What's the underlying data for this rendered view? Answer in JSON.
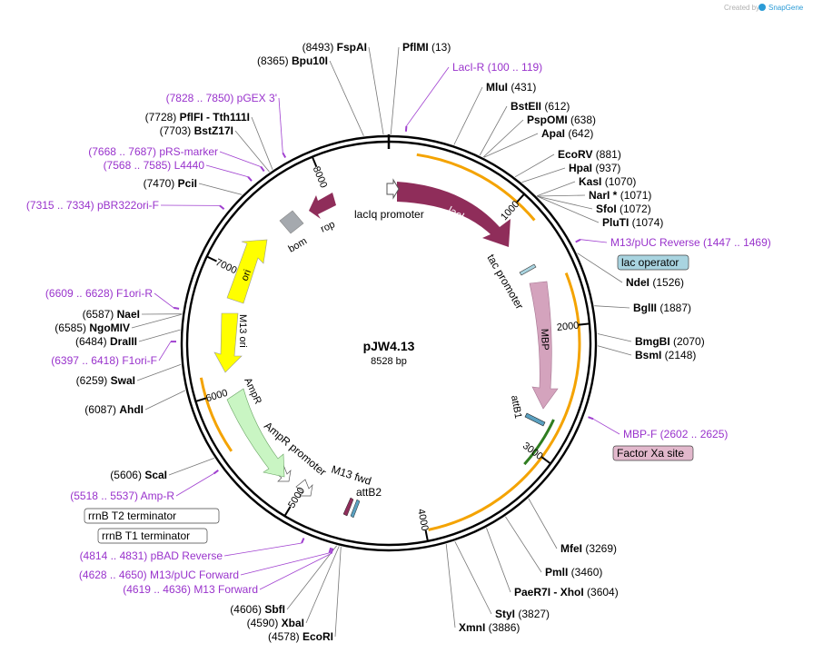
{
  "brand": {
    "created_by": "Created by",
    "name": "SnapGene"
  },
  "plasmid": {
    "name": "pJW4.13",
    "size": "8528 bp"
  },
  "colors": {
    "enzyme_text": "#000000",
    "primer_text": "#9933cc",
    "primer_mark": "#a040d0",
    "backbone": "#000000",
    "lacI": "#8f2d5a",
    "MBP": "#d4a3bd",
    "AmpR": "#c9f5c3",
    "ori": "#ffff00",
    "M13_ori": "#ffff00",
    "rop": "#8f2d5a",
    "bom": "#a5a9ae",
    "orange_arrow": "#f4a300",
    "attB_green": "#2f7d20",
    "lac_operator_bg": "#a9d4e0",
    "factor_xa_bg": "#e2b8cc",
    "terminator_bg": "#ffffff"
  },
  "ticks": [
    "1000",
    "2000",
    "3000",
    "4000",
    "5000",
    "6000",
    "7000",
    "8000"
  ],
  "enzymes": [
    {
      "name": "FspAI",
      "pos": "(8493)"
    },
    {
      "name": "PflMI",
      "pos": "(13)"
    },
    {
      "name": "Bpu10I",
      "pos": "(8365)"
    },
    {
      "name": "MluI",
      "pos": "(431)"
    },
    {
      "name": "BstEII",
      "pos": "(612)"
    },
    {
      "name": "PspOMI",
      "pos": "(638)"
    },
    {
      "name": "ApaI",
      "pos": "(642)"
    },
    {
      "name": "EcoRV",
      "pos": "(881)"
    },
    {
      "name": "HpaI",
      "pos": "(937)"
    },
    {
      "name": "KasI",
      "pos": "(1070)"
    },
    {
      "name": "NarI *",
      "pos": "(1071)"
    },
    {
      "name": "SfoI",
      "pos": "(1072)"
    },
    {
      "name": "PluTI",
      "pos": "(1074)"
    },
    {
      "name": "NdeI",
      "pos": "(1526)"
    },
    {
      "name": "BglII",
      "pos": "(1887)"
    },
    {
      "name": "BmgBI",
      "pos": "(2070)"
    },
    {
      "name": "BsmI",
      "pos": "(2148)"
    },
    {
      "name": "MfeI",
      "pos": "(3269)"
    },
    {
      "name": "PmlI",
      "pos": "(3460)"
    },
    {
      "name": "PaeR7I - XhoI",
      "pos": "(3604)"
    },
    {
      "name": "StyI",
      "pos": "(3827)"
    },
    {
      "name": "XmnI",
      "pos": "(3886)"
    },
    {
      "name": "SbfI",
      "pos": "(4606)"
    },
    {
      "name": "XbaI",
      "pos": "(4590)"
    },
    {
      "name": "EcoRI",
      "pos": "(4578)"
    },
    {
      "name": "ScaI",
      "pos": "(5606)"
    },
    {
      "name": "AhdI",
      "pos": "(6087)"
    },
    {
      "name": "SwaI",
      "pos": "(6259)"
    },
    {
      "name": "DraIII",
      "pos": "(6484)"
    },
    {
      "name": "NgoMIV",
      "pos": "(6585)"
    },
    {
      "name": "NaeI",
      "pos": "(6587)"
    },
    {
      "name": "PciI",
      "pos": "(7470)"
    },
    {
      "name": "BstZ17I",
      "pos": "(7703)"
    },
    {
      "name": "PflFI - Tth111I",
      "pos": "(7728)"
    }
  ],
  "primers": [
    {
      "name": "LacI-R",
      "range": "(100 .. 119)"
    },
    {
      "name": "M13/pUC Reverse",
      "range": "(1447 .. 1469)"
    },
    {
      "name": "MBP-F",
      "range": "(2602 .. 2625)"
    },
    {
      "name": "pBAD Reverse",
      "range": "(4814 .. 4831)"
    },
    {
      "name": "M13/pUC Forward",
      "range": "(4628 .. 4650)"
    },
    {
      "name": "M13 Forward",
      "range": "(4619 .. 4636)"
    },
    {
      "name": "Amp-R",
      "range": "(5518 .. 5537)"
    },
    {
      "name": "F1ori-F",
      "range": "(6397 .. 6418)"
    },
    {
      "name": "F1ori-R",
      "range": "(6609 .. 6628)"
    },
    {
      "name": "pBR322ori-F",
      "range": "(7315 .. 7334)"
    },
    {
      "name": "L4440",
      "range": "(7568 .. 7585)"
    },
    {
      "name": "pRS-marker",
      "range": "(7668 .. 7687)"
    },
    {
      "name": "pGEX 3'",
      "range": "(7828 .. 7850)"
    }
  ],
  "boxed_features": {
    "lac_operator": "lac operator",
    "factor_xa": "Factor Xa site",
    "rrnB_T2": "rrnB T2 terminator",
    "rrnB_T1": "rrnB T1 terminator"
  },
  "features": {
    "lacI": "lacI",
    "lacIq_promoter": "lacIq promoter",
    "tac_promoter": "tac promoter",
    "MBP": "MBP",
    "attB1": "attB1",
    "attB2": "attB2",
    "M13_fwd": "M13 fwd",
    "AmpR_promoter": "AmpR promoter",
    "AmpR": "AmpR",
    "M13_ori": "M13 ori",
    "ori": "ori",
    "bom": "bom",
    "rop": "rop"
  }
}
